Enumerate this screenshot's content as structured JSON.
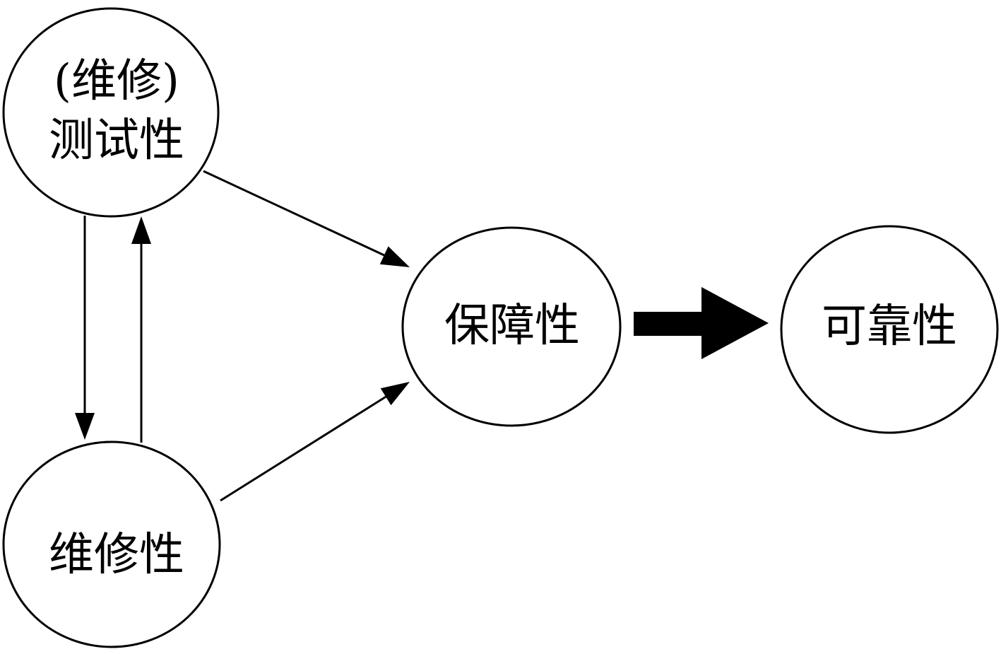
{
  "diagram": {
    "nodes": {
      "testability": {
        "line1": "(维修)",
        "line2": "测试性"
      },
      "maintainability": {
        "label": "维修性"
      },
      "supportability": {
        "label": "保障性"
      },
      "reliability": {
        "label": "可靠性"
      }
    },
    "colors": {
      "stroke": "#000000",
      "background": "#ffffff"
    }
  }
}
